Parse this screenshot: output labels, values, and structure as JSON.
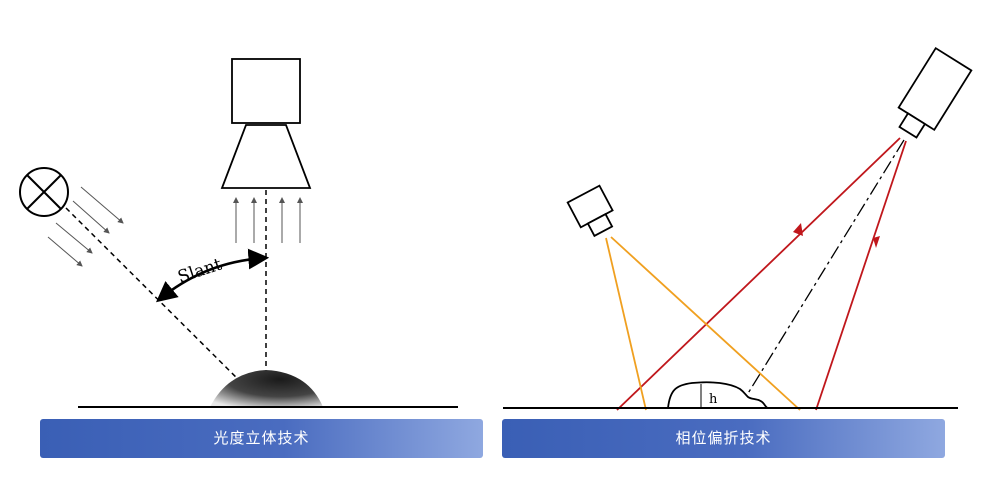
{
  "panels": {
    "left": {
      "caption": "光度立体技术",
      "slant_label": "Slant"
    },
    "right": {
      "caption": "相位偏折技术",
      "height_label": "h"
    }
  },
  "colors": {
    "caption_start": "#3a5fb5",
    "caption_end": "#8fa8e0",
    "ray_red": "#c0171c",
    "ray_orange": "#f0a020",
    "line": "#000000"
  },
  "icons": {
    "light_source": "lamp-cross-icon",
    "camera": "camera-icon"
  }
}
